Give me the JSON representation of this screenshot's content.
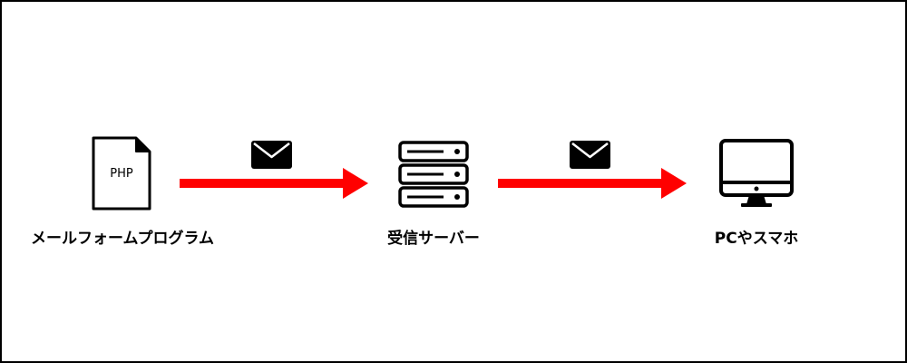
{
  "nodes": {
    "form_program": {
      "label": "メールフォームプログラム",
      "file_text": "PHP",
      "icon": "php-file-icon"
    },
    "mail_server": {
      "label": "受信サーバー",
      "icon": "server-icon"
    },
    "device": {
      "label": "PCやスマホ",
      "icon": "monitor-icon"
    }
  },
  "edges": [
    {
      "from": "form_program",
      "to": "mail_server",
      "icon": "envelope-icon"
    },
    {
      "from": "mail_server",
      "to": "device",
      "icon": "envelope-icon"
    }
  ],
  "colors": {
    "arrow": "#ff0000",
    "icon": "#000000",
    "border": "#000000",
    "background": "#ffffff"
  }
}
